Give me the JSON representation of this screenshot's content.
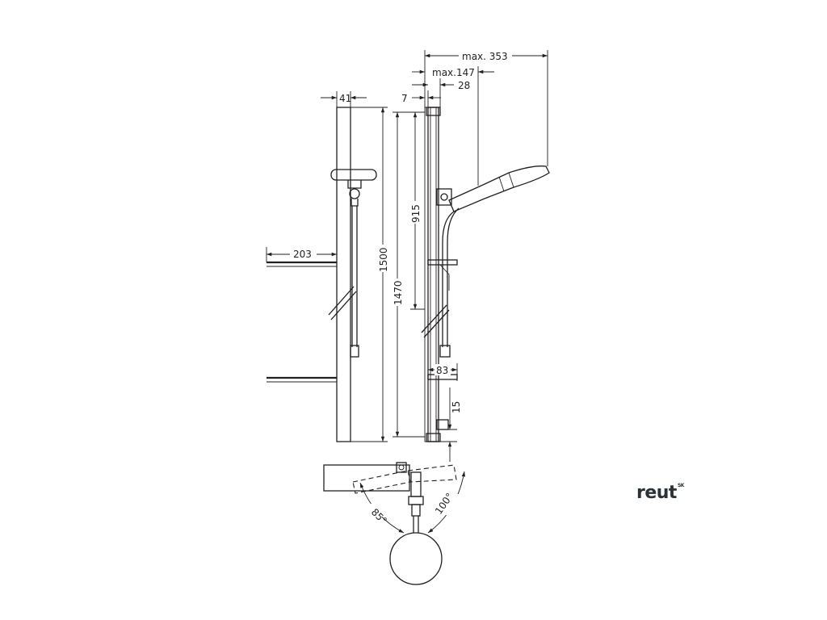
{
  "dimensions": {
    "max_353": "max. 353",
    "max_147": "max.147",
    "d28": "28",
    "d7": "7",
    "d41": "41",
    "d203": "203",
    "d1500": "1500",
    "d915": "915",
    "d1470": "1470",
    "d83": "83",
    "d15": "15",
    "angle_85": "85°",
    "angle_100": "100°"
  },
  "brand": {
    "name": "reut",
    "suffix": "SK",
    "color": "#2b3137"
  },
  "line_color": "#231f20"
}
